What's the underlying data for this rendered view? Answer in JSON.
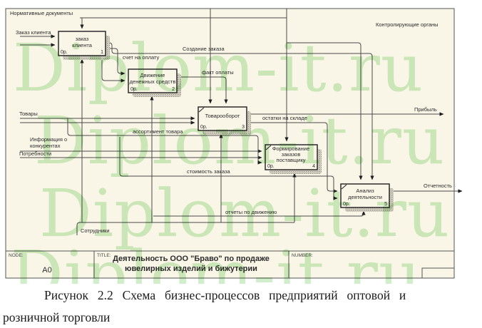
{
  "watermark": {
    "text": "Diplom-it.ru",
    "color": "#cfeec9"
  },
  "colors": {
    "diagram_bg": "#f9f6e7",
    "line": "#4a4a4a",
    "box_border": "#1e1e1e",
    "shadow": "#b9b5a8",
    "watermark_green": "#cfeec9"
  },
  "diagram": {
    "external_labels": {
      "normative": "Нормативные документы",
      "client_order": "Заказ клиента",
      "goods": "Товары",
      "competitors_1": "Информация о",
      "competitors_2": "конкурентах",
      "needs": "Потребности",
      "employees": "Сотрудники",
      "controlling": "Контролирующие органы",
      "profit": "Прибыль",
      "reporting": "Отчетность"
    },
    "flow_labels": {
      "invoice": "счет на оплату",
      "order_creation": "Создание заказа",
      "payment_fact": "факт оплаты",
      "assortment": "ассортимент товара",
      "stock": "остатки на складе",
      "order_cost": "стоимость заказа",
      "movement_reports": "отчеты по движению"
    },
    "boxes": [
      {
        "lines": [
          "заказ",
          "клиента"
        ],
        "cost": "0р.",
        "number": "1"
      },
      {
        "lines": [
          "Движение",
          "денежных средств"
        ],
        "cost": "0р.",
        "number": "2"
      },
      {
        "lines": [
          "Товарооборот"
        ],
        "cost": "0р.",
        "number": "3"
      },
      {
        "lines": [
          "Формирование",
          "заказов",
          "поставщику"
        ],
        "cost": "0р.",
        "number": "4"
      },
      {
        "lines": [
          "Анализ",
          "деятельности"
        ],
        "cost": "0р.",
        "number": "5"
      }
    ],
    "title_block": {
      "node_label": "NODE:",
      "node_value": "A0",
      "title_label": "TITLE:",
      "title_line1": "Деятельность  ООО \"Браво\" по продаже",
      "title_line2": "ювелирных изделий и бижутерии",
      "number_label": "NUMBER:"
    }
  },
  "caption": {
    "line1": "Рисунок 2.2 Схема бизнес-процессов предприятий оптовой и",
    "line2": "розничной торговли"
  }
}
